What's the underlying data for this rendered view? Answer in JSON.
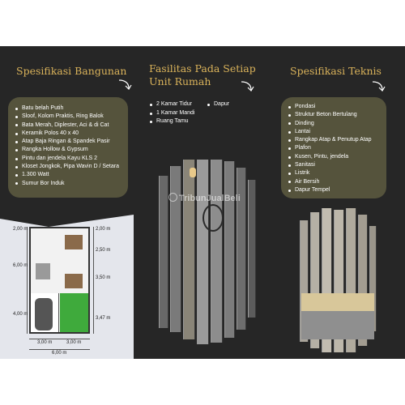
{
  "sections": {
    "bangunan": {
      "title": "Spesifikasi Bangunan",
      "items": [
        "Batu belah Putih",
        "Sloof, Kolom Praktis, Ring Balok",
        "Bata Merah, Diplester, Aci & di Cat",
        "Keramik Polos 40 x 40",
        "Atap Baja Ringan & Spandek Pasir",
        "Rangka Hollow & Gypsum",
        "Pintu dan jendela Kayu KLS 2",
        "Kloset Jongkok, Pipa Wavin D / Setara",
        "1.300 Watt",
        "Sumur Bor Induk"
      ]
    },
    "fasilitas": {
      "title_line1": "Fasilitas Pada Setiap",
      "title_line2": "Unit Rumah",
      "col1": [
        "2 Kamar Tidur",
        "1 Kamar Mandi",
        "Ruang Tamu"
      ],
      "col2": [
        "Dapur"
      ]
    },
    "teknis": {
      "title": "Spesifikasi Teknis",
      "items": [
        "Pondasi",
        "Struktur Beton Bertulang",
        "Dinding",
        "Lantai",
        "Rangkap Atap & Penutup Atap",
        "Plafon",
        "Kusen, Pintu, jendela",
        "Sanitasi",
        "Listrik",
        "Air Bersih",
        "Dapur Tempel"
      ]
    }
  },
  "floorplan": {
    "left_dims": [
      "2,00 m",
      "6,00 m",
      "4,00 m"
    ],
    "right_dims": [
      "2,00 m",
      "2,50 m",
      "3,50 m",
      "3,47 m"
    ],
    "bottom_dims": [
      "3,00 m",
      "3,00 m"
    ],
    "total_width": "6,00 m"
  },
  "watermark": "TribunJualBeli",
  "colors": {
    "panel": "#262626",
    "heading": "#d9b25a",
    "spec_box": "#55533c",
    "text": "#ffffff"
  }
}
